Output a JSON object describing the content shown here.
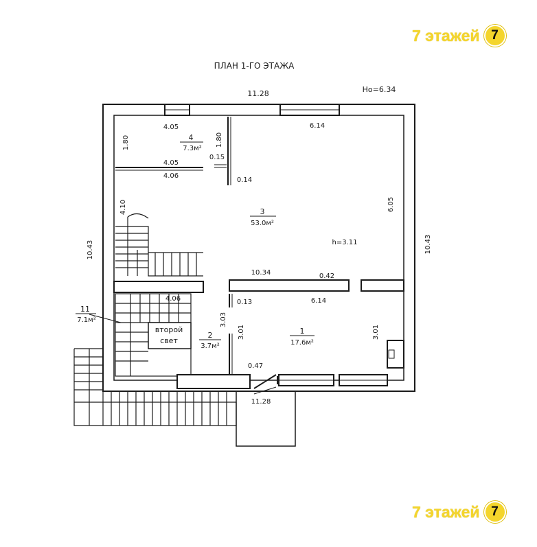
{
  "title": "ПЛАН 1-ГО ЭТАЖА",
  "watermark": {
    "text": "7 этажей",
    "badge": "7"
  },
  "header": {
    "width_top": "11.28",
    "height_mark": "Но=6.34"
  },
  "dimensions": {
    "outer_left": "10.43",
    "outer_right": "10.43",
    "bottom": "11.28",
    "top_window": "6.14",
    "right_room3": "6.05",
    "partition_len": "10.34",
    "partition_thick": "0.42",
    "room1_width": "6.14",
    "room1_height": "3.01",
    "room1_height_right": "3.01",
    "room2_height": "3.03",
    "wall_047": "0.47",
    "wall_013": "0.13",
    "wall_014": "0.14",
    "wall_015": "0.15",
    "room4_h_left": "1.80",
    "room4_h_right": "1.80",
    "room4_top": "4.05",
    "room4_bottom": "4.05",
    "below_room4": "4.06",
    "stair_len": "4.10",
    "room11_dim": "4.06",
    "ceiling_height": "h=3.11"
  },
  "rooms": {
    "r1": {
      "num": "1",
      "area": "17.6м²"
    },
    "r2": {
      "num": "2",
      "area": "3.7м²"
    },
    "r3": {
      "num": "3",
      "area": "53.0м²"
    },
    "r4": {
      "num": "4",
      "area": "7.3м²"
    },
    "r11": {
      "num": "11",
      "area": "7.1м²"
    },
    "second_light": [
      "второй",
      "свет"
    ]
  }
}
